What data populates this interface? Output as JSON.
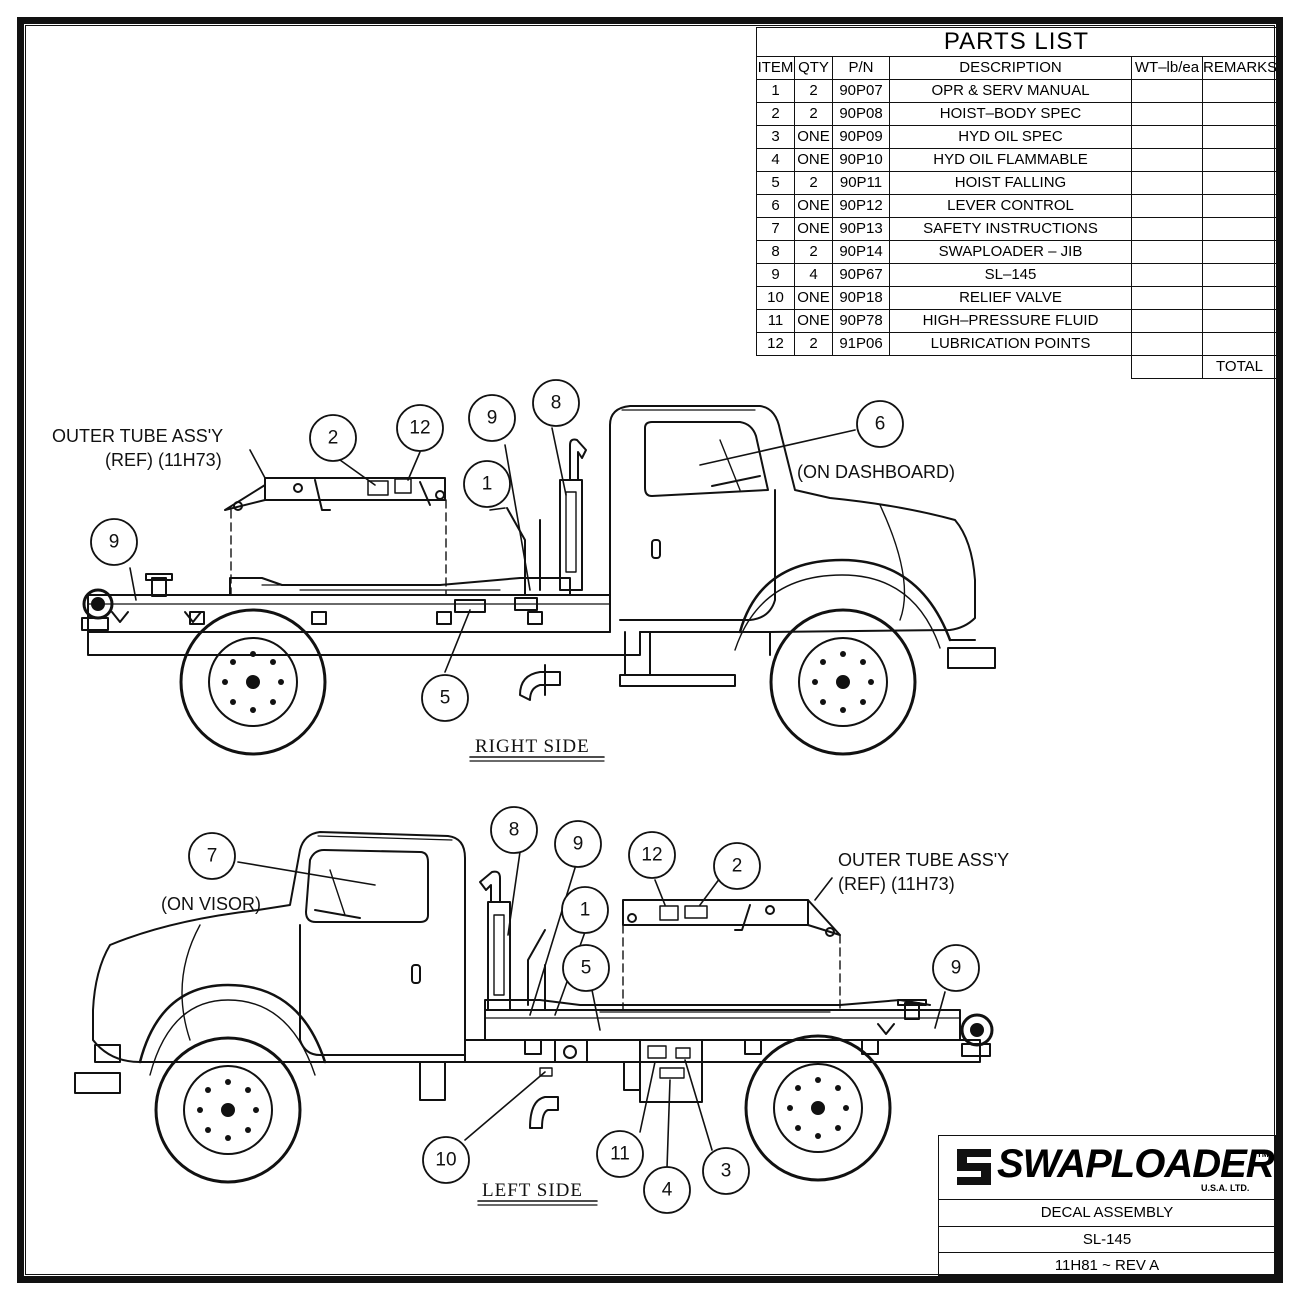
{
  "parts_list": {
    "title": "PARTS LIST",
    "headers": [
      "ITEM",
      "QTY",
      "P/N",
      "DESCRIPTION",
      "WT–lb/ea",
      "REMARKS"
    ],
    "rows": [
      [
        "1",
        "2",
        "90P07",
        "OPR & SERV MANUAL"
      ],
      [
        "2",
        "2",
        "90P08",
        "HOIST–BODY SPEC"
      ],
      [
        "3",
        "ONE",
        "90P09",
        "HYD OIL SPEC"
      ],
      [
        "4",
        "ONE",
        "90P10",
        "HYD OIL FLAMMABLE"
      ],
      [
        "5",
        "2",
        "90P11",
        "HOIST FALLING"
      ],
      [
        "6",
        "ONE",
        "90P12",
        "LEVER CONTROL"
      ],
      [
        "7",
        "ONE",
        "90P13",
        "SAFETY INSTRUCTIONS"
      ],
      [
        "8",
        "2",
        "90P14",
        "SWAPLOADER – JIB"
      ],
      [
        "9",
        "4",
        "90P67",
        "SL–145"
      ],
      [
        "10",
        "ONE",
        "90P18",
        "RELIEF VALVE"
      ],
      [
        "11",
        "ONE",
        "90P78",
        "HIGH–PRESSURE FLUID"
      ],
      [
        "12",
        "2",
        "91P06",
        "LUBRICATION POINTS"
      ]
    ],
    "total_label": "TOTAL"
  },
  "right_view": {
    "caption": "RIGHT SIDE",
    "note_outer_tube_1": "OUTER TUBE ASS'Y",
    "note_outer_tube_2": "(REF)  (11H73)",
    "note_dashboard": "(ON DASHBOARD)",
    "callouts": [
      "9",
      "2",
      "12",
      "9",
      "8",
      "1",
      "6",
      "5"
    ]
  },
  "left_view": {
    "caption": "LEFT SIDE",
    "note_outer_tube_1": "OUTER TUBE ASS'Y",
    "note_outer_tube_2": "(REF)  (11H73)",
    "note_visor": "(ON VISOR)",
    "callouts": [
      "7",
      "8",
      "9",
      "1",
      "5",
      "12",
      "2",
      "9",
      "10",
      "11",
      "4",
      "3"
    ]
  },
  "title_block": {
    "logo": "SWAPLOADER",
    "logo_tm": "TM",
    "logo_sub": "U.S.A.  LTD.",
    "title": "DECAL ASSEMBLY",
    "model": "SL-145",
    "drawing_no": "11H81 ~ REV A"
  }
}
